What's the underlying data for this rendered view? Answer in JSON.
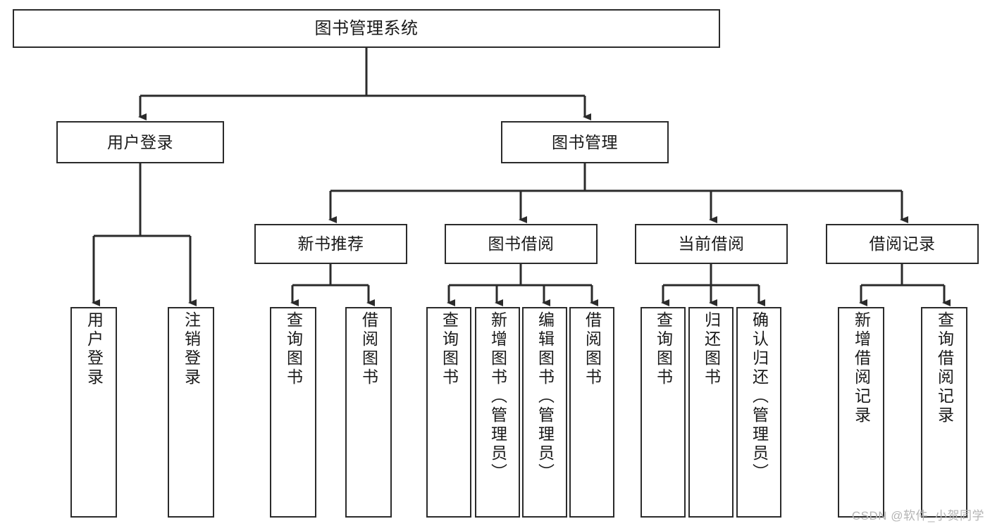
{
  "diagram": {
    "title": "图书管理系统",
    "type": "hierarchy-tree",
    "watermark": "CSDN @软件_小贺同学",
    "colors": {
      "box_border": "#2b2b2b",
      "box_fill": "#ffffff",
      "connector": "#2b2b2b",
      "text": "#1a1a1a",
      "watermark": "#b4b4b4"
    },
    "nodes": {
      "root": {
        "label": "图书管理系统",
        "orientation": "horizontal"
      },
      "level2": [
        {
          "label": "用户登录",
          "orientation": "horizontal"
        },
        {
          "label": "图书管理",
          "orientation": "horizontal"
        }
      ],
      "level3": [
        {
          "label": "新书推荐",
          "orientation": "horizontal"
        },
        {
          "label": "图书借阅",
          "orientation": "horizontal"
        },
        {
          "label": "当前借阅",
          "orientation": "horizontal"
        },
        {
          "label": "借阅记录",
          "orientation": "horizontal"
        }
      ],
      "leaves": {
        "user_login": [
          {
            "label": "用户登录",
            "orientation": "vertical"
          },
          {
            "label": "注销登录",
            "orientation": "vertical"
          }
        ],
        "new_book_recommend": [
          {
            "label": "查询图书",
            "orientation": "vertical"
          },
          {
            "label": "借阅图书",
            "orientation": "vertical"
          }
        ],
        "book_borrow": [
          {
            "label": "查询图书",
            "orientation": "vertical"
          },
          {
            "label": "新增图书（管理员）",
            "orientation": "vertical"
          },
          {
            "label": "编辑图书（管理员）",
            "orientation": "vertical"
          },
          {
            "label": "借阅图书",
            "orientation": "vertical"
          }
        ],
        "current_borrow": [
          {
            "label": "查询图书",
            "orientation": "vertical"
          },
          {
            "label": "归还图书",
            "orientation": "vertical"
          },
          {
            "label": "确认归还（管理员）",
            "orientation": "vertical"
          }
        ],
        "borrow_record": [
          {
            "label": "新增借阅记录",
            "orientation": "vertical"
          },
          {
            "label": "查询借阅记录",
            "orientation": "vertical"
          }
        ]
      }
    }
  }
}
